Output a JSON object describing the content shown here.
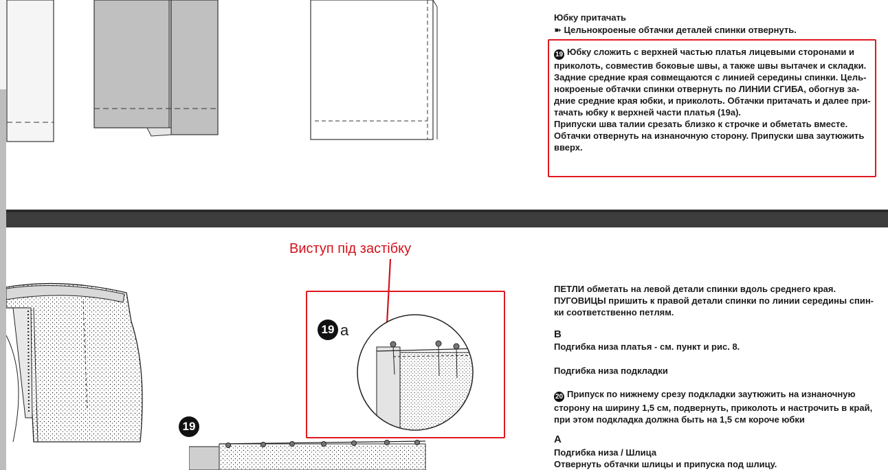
{
  "top_block": {
    "heading": "Юбку притачать",
    "arrow_glyph": "➽",
    "arrow_text": "Цельнокроеные обтачки деталей спинки отвернуть.",
    "step_number": "19",
    "step_lines": [
      "Юбку сложить с верхней частью платья лицевыми сторонами и",
      "приколоть, совместив боковые швы, а также швы вытачек и складки.",
      "Задние средние края совмещаются с линией середины спинки. Цель-",
      "нокроеные обтачки спинки отвернуть по ЛИНИИ СГИБА, обогнув за-",
      "дние средние края юбки, и приколоть. Обтачки притачать и далее при-",
      "тачать юбку к верхней части платья (19а).",
      "Припуски шва талии срезать близко к строчке и обметать вместе.",
      "Обтачки отвернуть на изнаночную сторону. Припуски шва заутюжить",
      "вверх."
    ]
  },
  "annotation": {
    "label": "Виступ під застібку"
  },
  "figure_labels": {
    "detail_number": "19",
    "detail_suffix": "a",
    "main_number": "19"
  },
  "bottom_block": {
    "loops_lines": [
      "ПЕТЛИ обметать на левой детали спинки вдоль среднего края.",
      "ПУГОВИЦЫ пришить к правой детали спинки по линии середины спин-",
      "ки соответственно петлям."
    ],
    "section_b_letter": "B",
    "hem_dress": "Подгибка низа платья - см. пункт и рис. 8.",
    "hem_lining": "Подгибка низа подкладки",
    "step20_number": "20",
    "step20_lines": [
      "Припуск по нижнему срезу подкладки заутюжить на изнаночную",
      "сторону на ширину 1,5 см, подвернуть, приколоть и настрочить в край,",
      "при этом подкладка должна быть на 1,5 см короче юбки"
    ],
    "section_a_letter": "A",
    "hem_vent": "Подгибка низа / Шлица",
    "vent_text": "Отвернуть обтачки шлицы и припуска под шлицу."
  },
  "colors": {
    "highlight_red": "#e0181e",
    "annotation_red": "#d4111a",
    "fabric_gray": "#bfbfbf",
    "band_dark": "#3d3d3d"
  }
}
